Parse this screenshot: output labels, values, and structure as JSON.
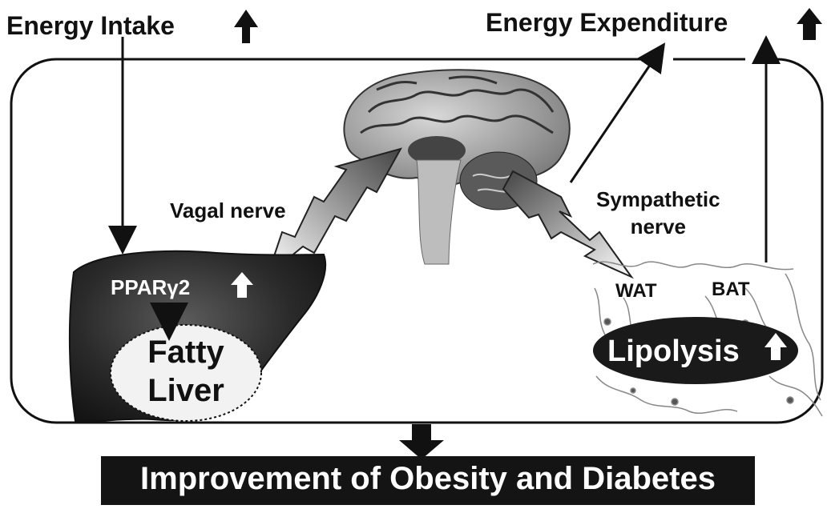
{
  "labels": {
    "energy_intake": "Energy Intake",
    "energy_expenditure": "Energy Expenditure",
    "vagal_nerve": "Vagal nerve",
    "sympathetic_line1": "Sympathetic",
    "sympathetic_line2": "nerve",
    "ppar": "PPARγ2",
    "fatty_line1": "Fatty",
    "fatty_line2": "Liver",
    "wat": "WAT",
    "bat": "BAT",
    "lipolysis": "Lipolysis",
    "footer": "Improvement of Obesity and Diabetes"
  },
  "colors": {
    "ink": "#111111",
    "footer_bg": "#141414",
    "liver_dark": "#1e1e1e",
    "lipolysis_bg": "#1a1a1a"
  }
}
